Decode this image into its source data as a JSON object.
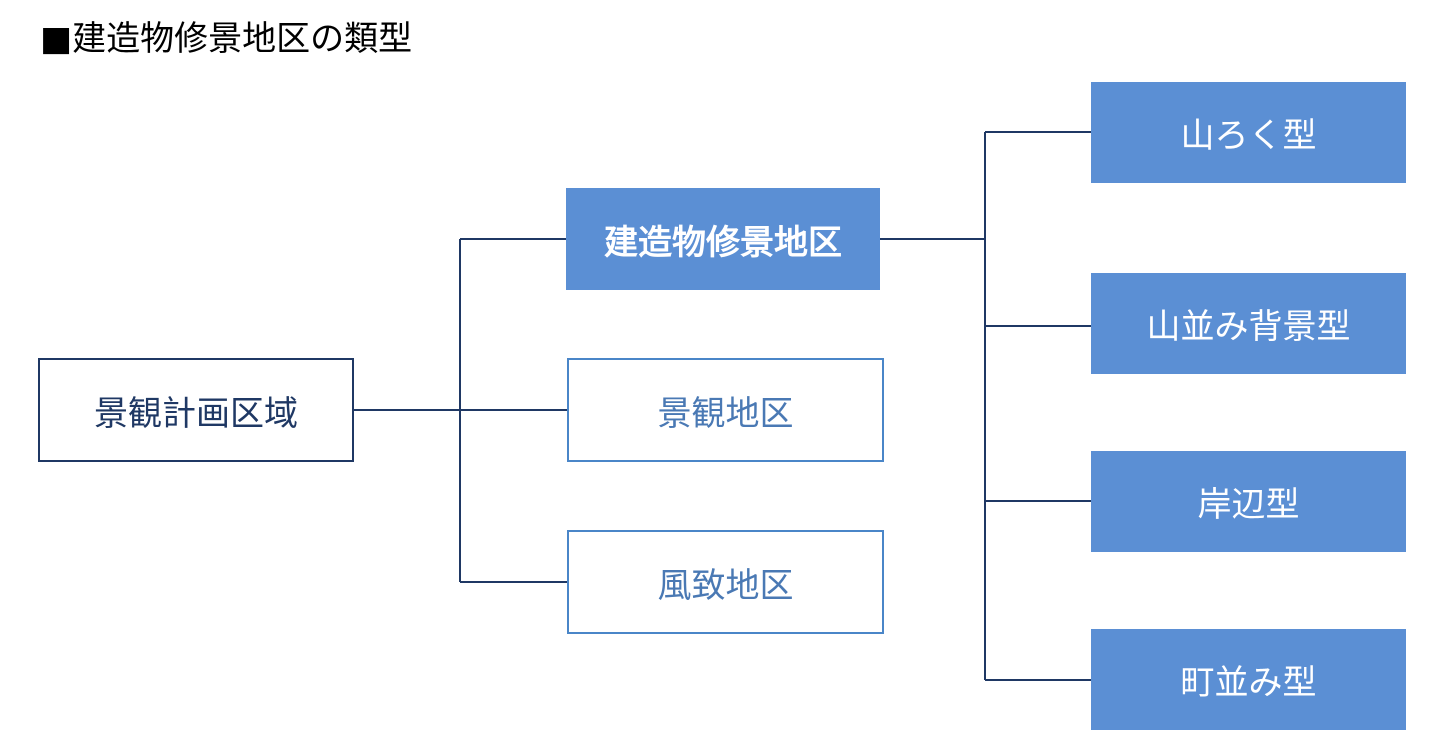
{
  "title": "■建造物修景地区の類型",
  "root": {
    "label": "景観計画区域"
  },
  "districts": [
    {
      "label": "建造物修景地区",
      "style": "filled"
    },
    {
      "label": "景観地区",
      "style": "outline"
    },
    {
      "label": "風致地区",
      "style": "outline"
    }
  ],
  "types": [
    {
      "label": "山ろく型"
    },
    {
      "label": "山並み背景型"
    },
    {
      "label": "岸辺型"
    },
    {
      "label": "町並み型"
    }
  ],
  "colors": {
    "filled_box": "#5b8fd4",
    "outline_border": "#4a86c8",
    "root_border": "#1f3864",
    "connector": "#1f3864"
  }
}
